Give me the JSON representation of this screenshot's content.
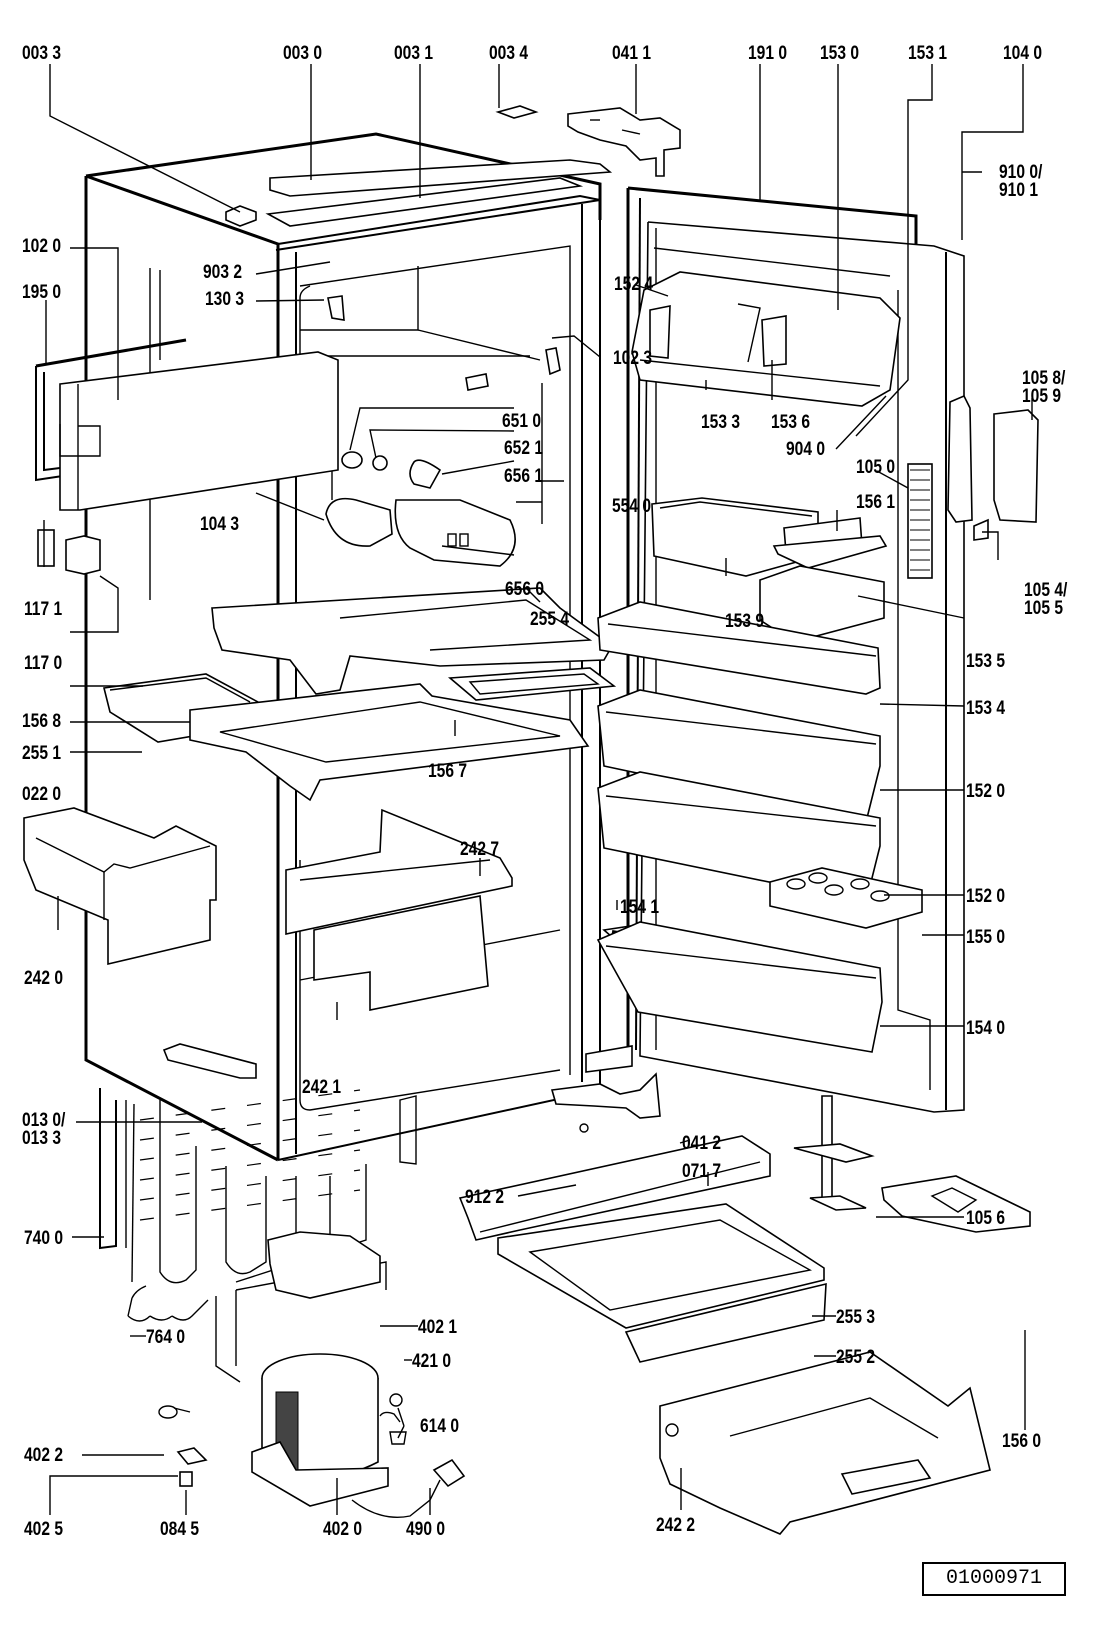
{
  "diagram": {
    "type": "exploded-parts-diagram",
    "subject": "refrigerator",
    "document_id": "01000971",
    "labels": [
      {
        "id": "l0033",
        "text": "003 3"
      },
      {
        "id": "l0030",
        "text": "003 0"
      },
      {
        "id": "l0031",
        "text": "003 1"
      },
      {
        "id": "l0034",
        "text": "003 4"
      },
      {
        "id": "l0411",
        "text": "041 1"
      },
      {
        "id": "l1910",
        "text": "191 0"
      },
      {
        "id": "l1530",
        "text": "153 0"
      },
      {
        "id": "l1531",
        "text": "153 1"
      },
      {
        "id": "l1040",
        "text": "104 0"
      },
      {
        "id": "l9100",
        "text": "910 0/\n910 1"
      },
      {
        "id": "l1020",
        "text": "102 0"
      },
      {
        "id": "l1950",
        "text": "195 0"
      },
      {
        "id": "l9032",
        "text": "903 2"
      },
      {
        "id": "l1303",
        "text": "130 3"
      },
      {
        "id": "l1524",
        "text": "152 4"
      },
      {
        "id": "l1023",
        "text": "102 3"
      },
      {
        "id": "l1533",
        "text": "153 3"
      },
      {
        "id": "l1536",
        "text": "153 6"
      },
      {
        "id": "l9040",
        "text": "904 0"
      },
      {
        "id": "l1058",
        "text": "105 8/\n105 9"
      },
      {
        "id": "l6510",
        "text": "651 0"
      },
      {
        "id": "l6521",
        "text": "652 1"
      },
      {
        "id": "l6561",
        "text": "656 1"
      },
      {
        "id": "l5540",
        "text": "554 0"
      },
      {
        "id": "l1043",
        "text": "104 3"
      },
      {
        "id": "l6560",
        "text": "656 0"
      },
      {
        "id": "l1050",
        "text": "105 0"
      },
      {
        "id": "l1561",
        "text": "156 1"
      },
      {
        "id": "l1054",
        "text": "105 4/\n105 5"
      },
      {
        "id": "l1171",
        "text": "117 1"
      },
      {
        "id": "l1170",
        "text": "117 0"
      },
      {
        "id": "l2554",
        "text": "255 4"
      },
      {
        "id": "l1539",
        "text": "153 9"
      },
      {
        "id": "l1535",
        "text": "153 5"
      },
      {
        "id": "l1568",
        "text": "156 8"
      },
      {
        "id": "l1534",
        "text": "153 4"
      },
      {
        "id": "l2551",
        "text": "255 1"
      },
      {
        "id": "l1567",
        "text": "156 7"
      },
      {
        "id": "l0220",
        "text": "022 0"
      },
      {
        "id": "l1520a",
        "text": "152 0"
      },
      {
        "id": "l2427",
        "text": "242 7"
      },
      {
        "id": "l1520b",
        "text": "152 0"
      },
      {
        "id": "l1541",
        "text": "154 1"
      },
      {
        "id": "l1550",
        "text": "155 0"
      },
      {
        "id": "l2420",
        "text": "242 0"
      },
      {
        "id": "l1540",
        "text": "154 0"
      },
      {
        "id": "l2421",
        "text": "242 1"
      },
      {
        "id": "l0130",
        "text": "013 0/\n013 3"
      },
      {
        "id": "l0412",
        "text": "041 2"
      },
      {
        "id": "l9122",
        "text": "912 2"
      },
      {
        "id": "l0717",
        "text": "071 7"
      },
      {
        "id": "l7400",
        "text": "740 0"
      },
      {
        "id": "l1056",
        "text": "105 6"
      },
      {
        "id": "l4021",
        "text": "402 1"
      },
      {
        "id": "l7640",
        "text": "764 0"
      },
      {
        "id": "l4210",
        "text": "421 0"
      },
      {
        "id": "l2553",
        "text": "255 3"
      },
      {
        "id": "l2552",
        "text": "255 2"
      },
      {
        "id": "l6140",
        "text": "614 0"
      },
      {
        "id": "l1560",
        "text": "156 0"
      },
      {
        "id": "l4022",
        "text": "402 2"
      },
      {
        "id": "l4025",
        "text": "402 5"
      },
      {
        "id": "l0845",
        "text": "084 5"
      },
      {
        "id": "l4020",
        "text": "402 0"
      },
      {
        "id": "l4900",
        "text": "490 0"
      },
      {
        "id": "l2422",
        "text": "242 2"
      }
    ]
  }
}
